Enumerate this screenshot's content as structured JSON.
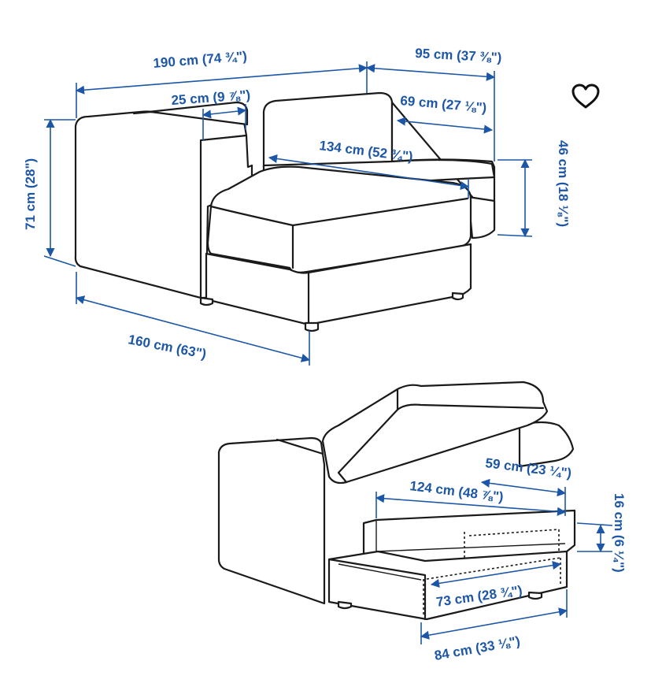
{
  "favorite": {
    "icon": "heart-outline-icon"
  },
  "colors": {
    "dimension": "#1c56a6",
    "outline": "#1a1a1a",
    "background": "#ffffff"
  },
  "dimensions": {
    "total_width": "190 cm (74 ¾\")",
    "chaise_width": "95 cm (37 ⅜\")",
    "armrest_width": "25 cm (9 ⅞\")",
    "seat_depth": "69 cm (27 ⅛\")",
    "chaise_length": "134 cm (52 ¾\")",
    "total_height": "71 cm (28\")",
    "seat_height": "46 cm (18 ⅛\")",
    "total_depth": "160 cm (63\")",
    "storage_depth": "59 cm (23 ¼\")",
    "storage_length": "124 cm (48 ⅞\")",
    "storage_height": "16 cm (6 ¼\")",
    "storage_inner_width": "73 cm (28 ¾\")",
    "storage_outer_width": "84 cm (33 ⅛\")"
  }
}
